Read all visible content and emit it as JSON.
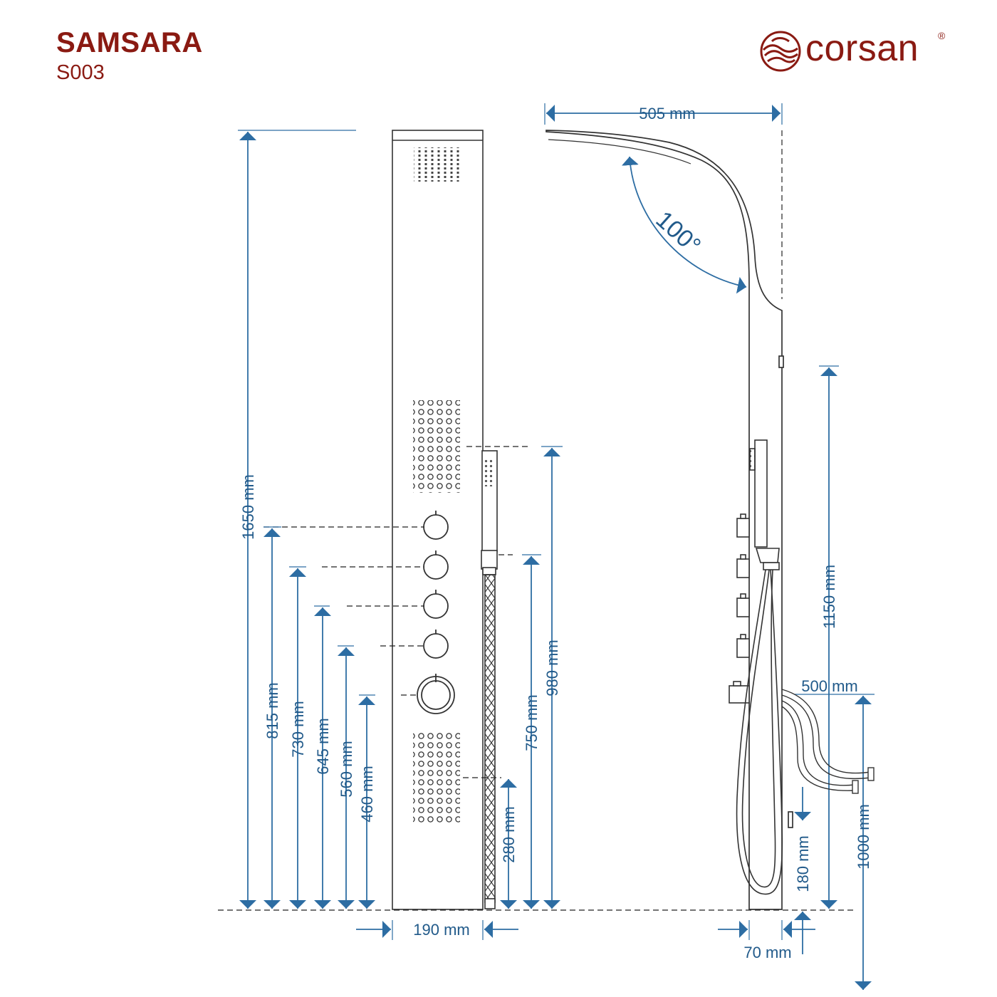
{
  "header": {
    "product_name": "SAMSARA",
    "product_code": "S003",
    "brand": "corsan",
    "brand_mark": "®"
  },
  "colors": {
    "dimension": "#2d6da3",
    "outline": "#333333",
    "brand": "#8a1a12"
  },
  "dimensions": {
    "total_height": "1650 mm",
    "knob1_height": "815 mm",
    "knob2_height": "730 mm",
    "knob3_height": "645 mm",
    "knob4_height": "560 mm",
    "thermostat_height": "460 mm",
    "hand_shower_holder_height": "750 mm",
    "top_jet_height": "980 mm",
    "bottom_jet_height": "280 mm",
    "panel_width": "190 mm",
    "shower_arm_reach": "505 mm",
    "arm_angle": "100°",
    "side_connection_height": "1150 mm",
    "hose_length": "500 mm",
    "hose_outlet_height": "1000 mm",
    "bottom_connection_height": "180 mm",
    "panel_depth": "70 mm"
  }
}
